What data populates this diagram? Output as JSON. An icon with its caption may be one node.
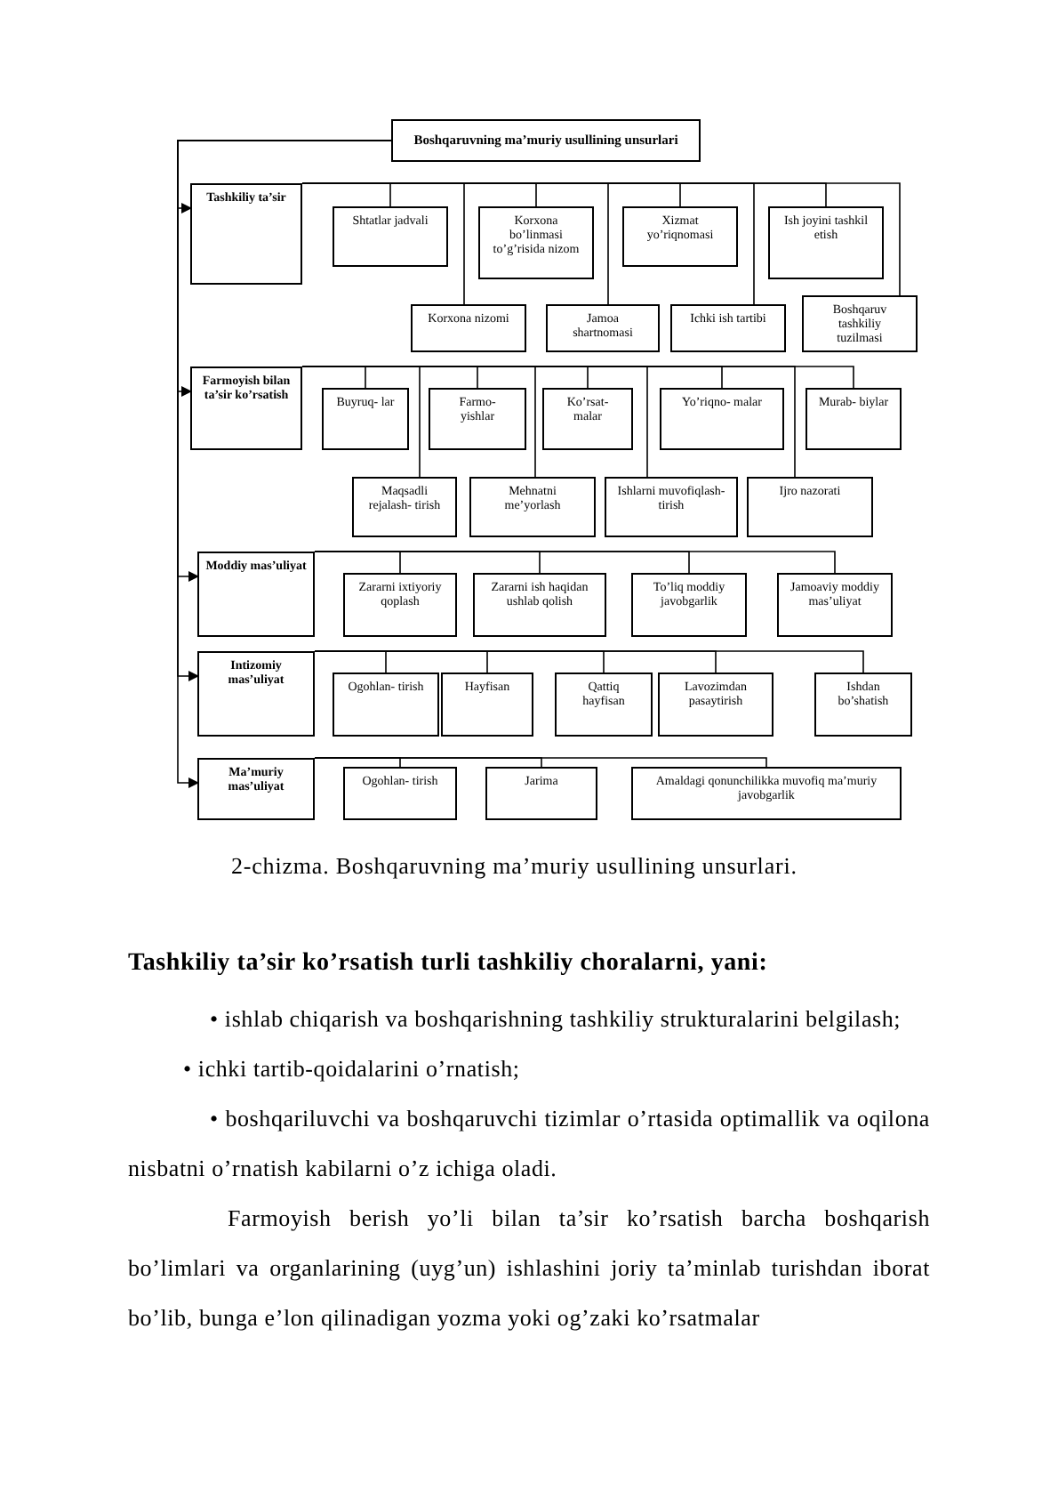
{
  "diagram": {
    "caption": "2-chizma. Boshqaruvning ma’muriy usullining unsurlari.",
    "nodes": [
      {
        "text": [
          "Boshqaruvning ma’muriy usullining unsurlari"
        ]
      },
      {
        "text": [
          "Tashkiliy ta’sir"
        ]
      },
      {
        "text": [
          "Shtatlar jadvali"
        ]
      },
      {
        "text": [
          "Korxona bo’linmasi to’g’risida nizom"
        ]
      },
      {
        "text": [
          "Xizmat yo’riqnomasi"
        ]
      },
      {
        "text": [
          "Ish joyini tashkil etish"
        ]
      },
      {
        "text": [
          "Korxona nizomi"
        ]
      },
      {
        "text": [
          "Jamoa shartnomasi"
        ]
      },
      {
        "text": [
          "Ichki ish tartibi"
        ]
      },
      {
        "text": [
          "Boshqaruv tashkiliy tuzilmasi"
        ]
      },
      {
        "text": [
          "Farmoyish bilan ta’sir ko’rsatish"
        ]
      },
      {
        "text": [
          "Buyruq- lar"
        ]
      },
      {
        "text": [
          "Farmo- yishlar"
        ]
      },
      {
        "text": [
          "Ko’rsat- malar"
        ]
      },
      {
        "text": [
          "Yo’riqno- malar"
        ]
      },
      {
        "text": [
          "Murab- biylar"
        ]
      },
      {
        "text": [
          "Maqsadli rejalash- tirish"
        ]
      },
      {
        "text": [
          "Mehnatni me’yorlash"
        ]
      },
      {
        "text": [
          "Ishlarni muvofiqlash- tirish"
        ]
      },
      {
        "text": [
          "Ijro nazorati"
        ]
      },
      {
        "text": [
          "Moddiy mas’uliyat"
        ]
      },
      {
        "text": [
          "Zararni ixtiyoriy qoplash"
        ]
      },
      {
        "text": [
          "Zararni ish haqidan ushlab qolish"
        ]
      },
      {
        "text": [
          "To’liq moddiy javobgarlik"
        ]
      },
      {
        "text": [
          "Jamoaviy moddiy mas’uliyat"
        ]
      },
      {
        "text": [
          "Intizomiy mas’uliyat"
        ]
      },
      {
        "text": [
          "Ogohlan- tirish"
        ]
      },
      {
        "text": [
          "Hayfisan"
        ]
      },
      {
        "text": [
          "Qattiq hayfisan"
        ]
      },
      {
        "text": [
          "Lavozimdan pasaytirish"
        ]
      },
      {
        "text": [
          "Ishdan bo’shatish"
        ]
      },
      {
        "text": [
          "Ma’muriy mas’uliyat"
        ]
      },
      {
        "text": [
          "Ogohlan- tirish"
        ]
      },
      {
        "text": [
          "Jarima"
        ]
      },
      {
        "text": [
          "Amaldagi qonunchilikka muvofiq ma’muriy javobgarlik"
        ]
      }
    ],
    "edges": [
      {
        "from": 0,
        "to": 1,
        "arrow": "to"
      },
      {
        "from": 0,
        "to": 10,
        "arrow": "to"
      },
      {
        "from": 0,
        "to": 20,
        "arrow": "to"
      },
      {
        "from": 0,
        "to": 25,
        "arrow": "to"
      },
      {
        "from": 0,
        "to": 31,
        "arrow": "to"
      },
      {
        "from": 1,
        "to": 2,
        "arrow": "none"
      },
      {
        "from": 1,
        "to": 3,
        "arrow": "none"
      },
      {
        "from": 1,
        "to": 4,
        "arrow": "none"
      },
      {
        "from": 1,
        "to": 5,
        "arrow": "none"
      },
      {
        "from": 1,
        "to": 6,
        "arrow": "none"
      },
      {
        "from": 1,
        "to": 7,
        "arrow": "none"
      },
      {
        "from": 1,
        "to": 8,
        "arrow": "none"
      },
      {
        "from": 1,
        "to": 9,
        "arrow": "none"
      },
      {
        "from": 10,
        "to": 11,
        "arrow": "none"
      },
      {
        "from": 10,
        "to": 12,
        "arrow": "none"
      },
      {
        "from": 10,
        "to": 13,
        "arrow": "none"
      },
      {
        "from": 10,
        "to": 14,
        "arrow": "none"
      },
      {
        "from": 10,
        "to": 15,
        "arrow": "none"
      },
      {
        "from": 10,
        "to": 16,
        "arrow": "none"
      },
      {
        "from": 10,
        "to": 17,
        "arrow": "none"
      },
      {
        "from": 10,
        "to": 18,
        "arrow": "none"
      },
      {
        "from": 10,
        "to": 19,
        "arrow": "none"
      },
      {
        "from": 20,
        "to": 21,
        "arrow": "none"
      },
      {
        "from": 20,
        "to": 22,
        "arrow": "none"
      },
      {
        "from": 20,
        "to": 23,
        "arrow": "none"
      },
      {
        "from": 20,
        "to": 24,
        "arrow": "none"
      },
      {
        "from": 25,
        "to": 26,
        "arrow": "none"
      },
      {
        "from": 25,
        "to": 27,
        "arrow": "none"
      },
      {
        "from": 25,
        "to": 28,
        "arrow": "none"
      },
      {
        "from": 25,
        "to": 29,
        "arrow": "none"
      },
      {
        "from": 25,
        "to": 30,
        "arrow": "none"
      },
      {
        "from": 31,
        "to": 32,
        "arrow": "none"
      },
      {
        "from": 31,
        "to": 33,
        "arrow": "none"
      },
      {
        "from": 31,
        "to": 34,
        "arrow": "none"
      }
    ],
    "labels": [
      "Tashkiliy ta’sir ko’rsatish turli tashkiliy choralarni, yani:",
      "• ishlab chiqarish va boshqarishning tashkiliy strukturalarini belgilash;",
      "• ichki tartib-qoidalarini o’rnatish;",
      "• boshqariluvchi va boshqaruvchi tizimlar o’rtasida optimallik va oqilona nisbatni o’rnatish kabilarni o’z ichiga oladi.",
      "Farmoyish berish yo’li bilan ta’sir ko’rsatish barcha boshqarish bo’limlari va organlarining (uyg’un) ishlashini joriy ta’minlab turishdan iborat bo’lib, bunga e’lon qilinadigan yozma yoki og’zaki ko’rsatmalar"
    ]
  }
}
